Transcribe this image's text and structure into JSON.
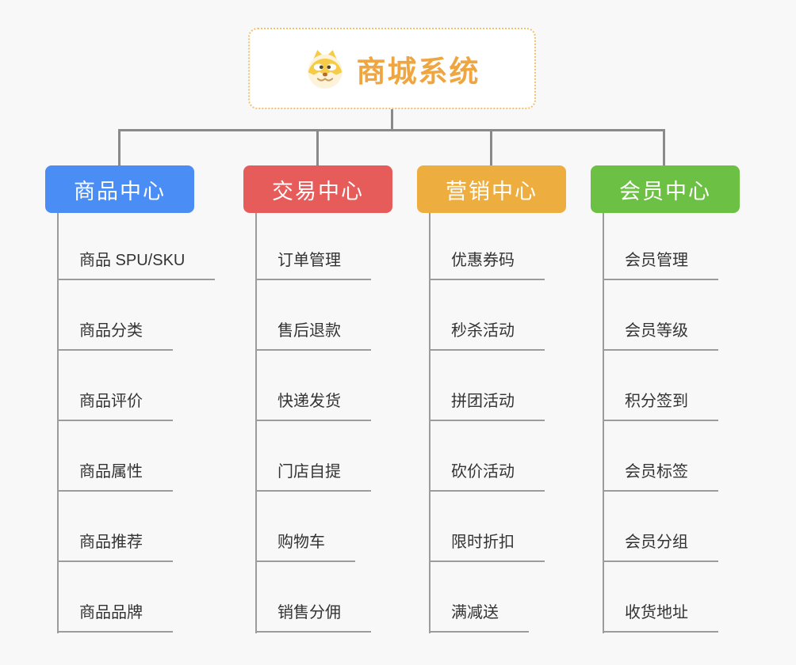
{
  "root": {
    "label": "商城系统",
    "icon": "doge-icon",
    "text_color": "#f0a640",
    "border_color": "#f3c06a"
  },
  "connector_color": "#8a8a8a",
  "background_color": "#f8f8f8",
  "branches": [
    {
      "label": "商品中心",
      "color": "#4a8df5",
      "items": [
        "商品 SPU/SKU",
        "商品分类",
        "商品评价",
        "商品属性",
        "商品推荐",
        "商品品牌"
      ]
    },
    {
      "label": "交易中心",
      "color": "#e65c5a",
      "items": [
        "订单管理",
        "售后退款",
        "快递发货",
        "门店自提",
        "购物车",
        "销售分佣"
      ]
    },
    {
      "label": "营销中心",
      "color": "#eeae3f",
      "items": [
        "优惠券码",
        "秒杀活动",
        "拼团活动",
        "砍价活动",
        "限时折扣",
        "满减送"
      ]
    },
    {
      "label": "会员中心",
      "color": "#6cc144",
      "items": [
        "会员管理",
        "会员等级",
        "积分签到",
        "会员标签",
        "会员分组",
        "收货地址"
      ]
    }
  ]
}
